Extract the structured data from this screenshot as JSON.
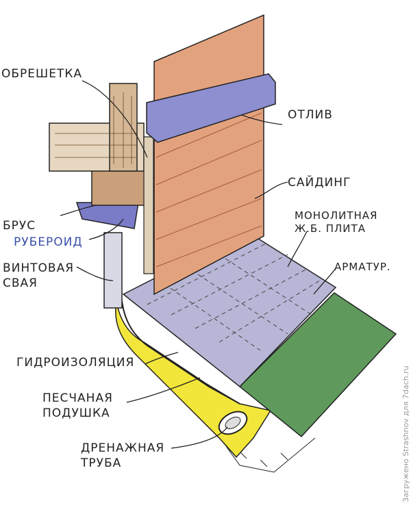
{
  "labels": {
    "obreshetka": "ОБРЕШЕТКА",
    "otliv": "ОТЛИВ",
    "sayding": "САЙДИНГ",
    "monolit_line1": "МОНОЛИТНАЯ",
    "monolit_line2": "Ж.Б. ПЛИТА",
    "armatura": "АРМАТУР.",
    "brus": "БРУС",
    "ruberoid": "РУБЕРОИД",
    "svaya_line1": "ВИНТОВАЯ",
    "svaya_line2": "СВАЯ",
    "gidro": "ГИДРОИЗОЛЯЦИЯ",
    "pesok_line1": "ПЕСЧАНАЯ",
    "pesok_line2": "ПОДУШКА",
    "truba_line1": "ДРЕНАЖНАЯ",
    "truba_line2": "ТРУБА"
  },
  "watermark": "Загружено Strashnov для 7dach.ru",
  "colors": {
    "siding": "#e3a27e",
    "slab": "#b7b6d6",
    "flashing": "#8d8fd0",
    "ruberoid": "#7a7cc8",
    "grass": "#5f9a5c",
    "sand": "#f2e63a",
    "beam": "#c9a07a",
    "ink": "#222222"
  }
}
